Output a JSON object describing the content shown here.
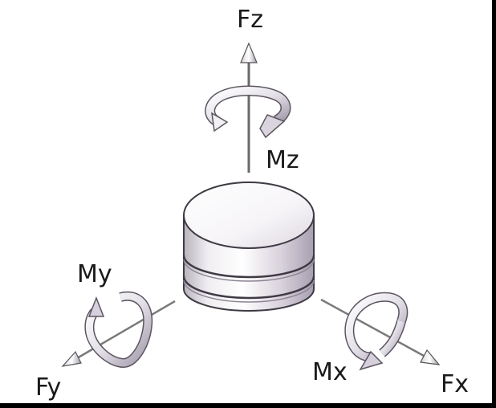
{
  "labels": {
    "fz": "Fz",
    "mz": "Mz",
    "my": "My",
    "fy": "Fy",
    "mx": "Mx",
    "fx": "Fx"
  },
  "colors": {
    "background": "#ffffff",
    "frame": "#000000",
    "axis": "#666666",
    "cylinder_shade": "#c9c2cf",
    "text": "#1a1a1a"
  },
  "icons": {
    "force_arrow": "arrow-icon",
    "moment_arrow": "curved-arrow-icon",
    "sensor": "load-cell-cylinder"
  }
}
